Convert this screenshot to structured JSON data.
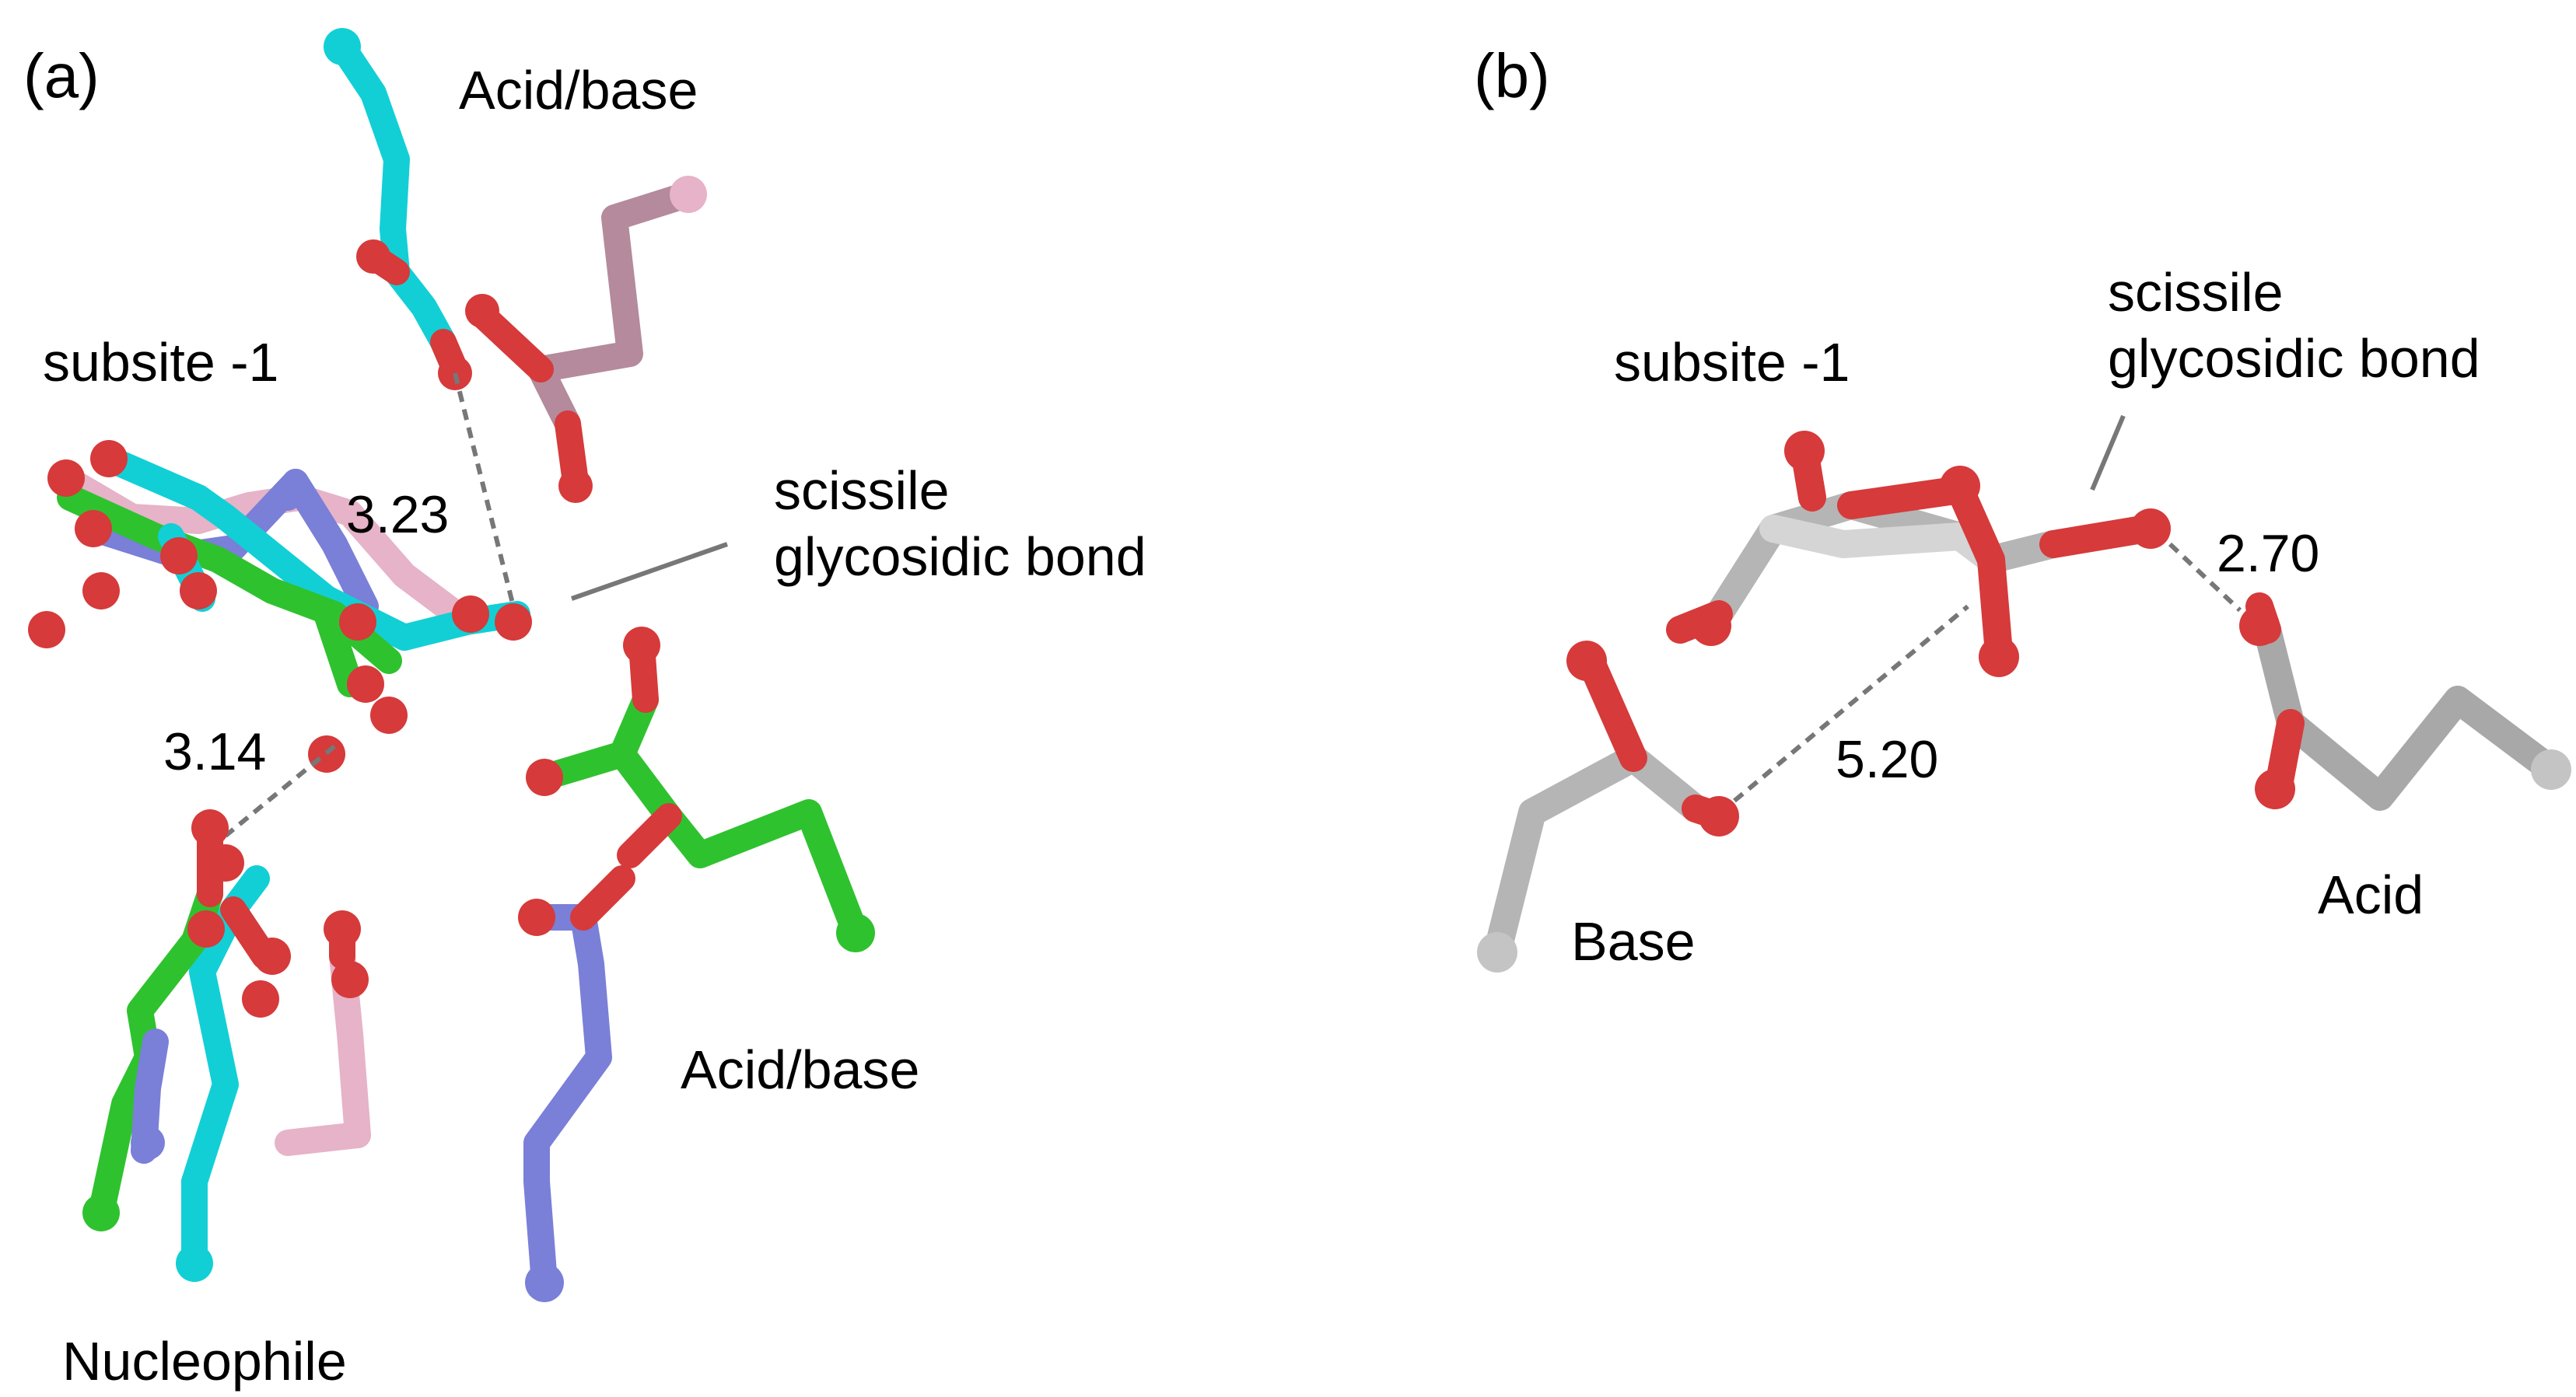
{
  "panel_a": {
    "letter": "(a)",
    "labels": {
      "acid_base_top": "Acid/base",
      "subsite": "subsite -1",
      "scissile_line1": "scissile",
      "scissile_line2": "glycosidic bond",
      "acid_base_bottom": "Acid/base",
      "nucleophile": "Nucleophile"
    },
    "distances": {
      "upper": "3.23",
      "lower": "3.14"
    }
  },
  "panel_b": {
    "letter": "(b)",
    "labels": {
      "subsite": "subsite -1",
      "scissile_line1": "scissile",
      "scissile_line2": "glycosidic bond",
      "base": "Base",
      "acid": "Acid"
    },
    "distances": {
      "base_distance": "5.20",
      "acid_distance": "2.70"
    }
  },
  "colors": {
    "oxygen": "#d63a3a",
    "cyan": "#12cfd6",
    "pink": "#e6b3c8",
    "green": "#2fc22f",
    "slate_blue": "#7a7fd8",
    "grey": "#b5b5b5",
    "dash": "#777777"
  }
}
